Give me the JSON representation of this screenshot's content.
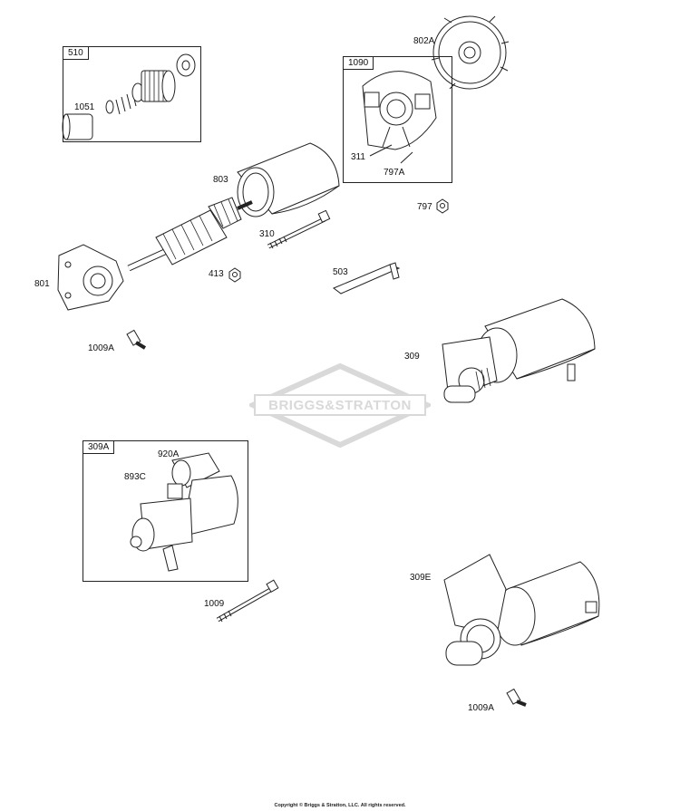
{
  "callouts": {
    "c510": "510",
    "c1051": "1051",
    "c802a": "802A",
    "c1090": "1090",
    "c311": "311",
    "c797a": "797A",
    "c797": "797",
    "c803": "803",
    "c310": "310",
    "c413": "413",
    "c503": "503",
    "c801": "801",
    "c1009a_top": "1009A",
    "c309": "309",
    "c309a": "309A",
    "c920a": "920A",
    "c893c": "893C",
    "c1009": "1009",
    "c309e": "309E",
    "c1009a_bottom": "1009A"
  },
  "watermark": {
    "text": "BRIGGS&STRATTON",
    "color": "#d9d9d9"
  },
  "footer": {
    "copyright": "Copyright © Briggs & Stratton, LLC. All rights reserved."
  },
  "colors": {
    "line": "#222222",
    "shade": "#bfbfbf",
    "background": "#ffffff"
  }
}
